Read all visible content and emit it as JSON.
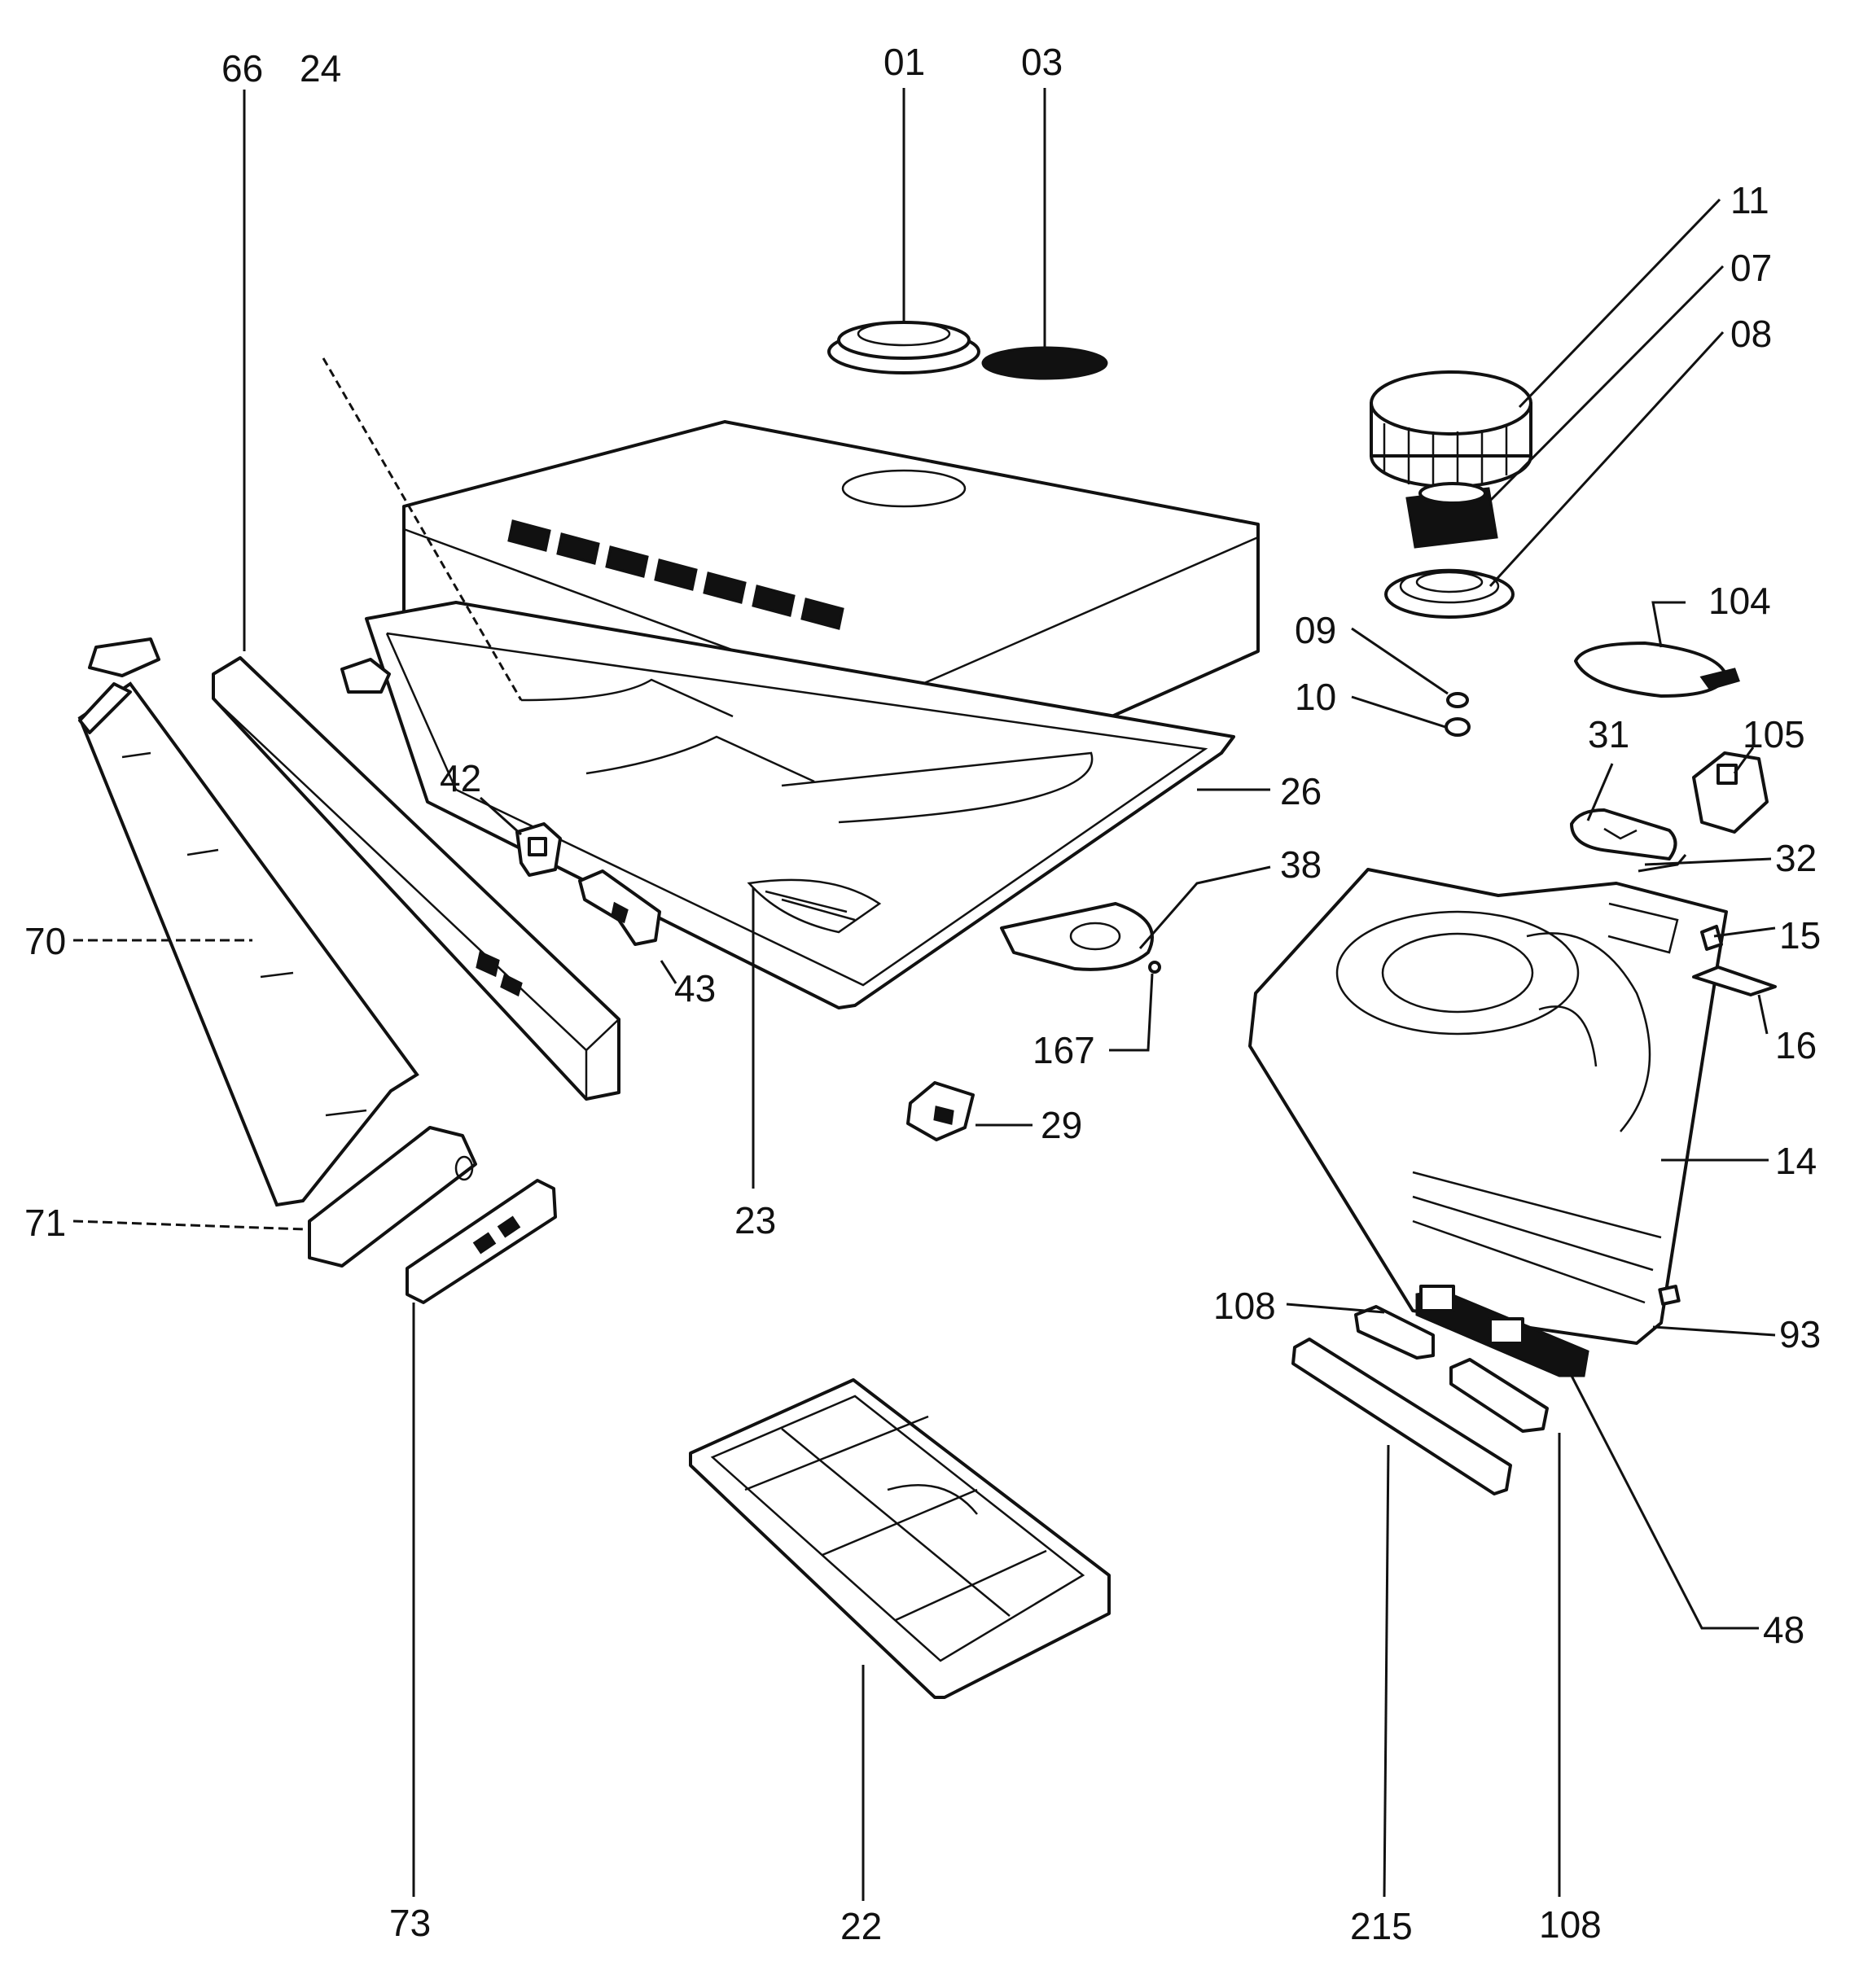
{
  "labels": {
    "p01": "01",
    "p03": "03",
    "p66": "66",
    "p24": "24",
    "p11": "11",
    "p07": "07",
    "p08": "08",
    "p09": "09",
    "p10": "10",
    "p104": "104",
    "p105": "105",
    "p31": "31",
    "p32": "32",
    "p15": "15",
    "p16": "16",
    "p14": "14",
    "p93": "93",
    "p48": "48",
    "p108a": "108",
    "p108b": "108",
    "p215": "215",
    "p22": "22",
    "p73": "73",
    "p71": "71",
    "p70": "70",
    "p42": "42",
    "p43": "43",
    "p26": "26",
    "p38": "38",
    "p167": "167",
    "p29": "29",
    "p23": "23"
  },
  "colors": {
    "ink": "#111111",
    "paper": "#ffffff"
  }
}
